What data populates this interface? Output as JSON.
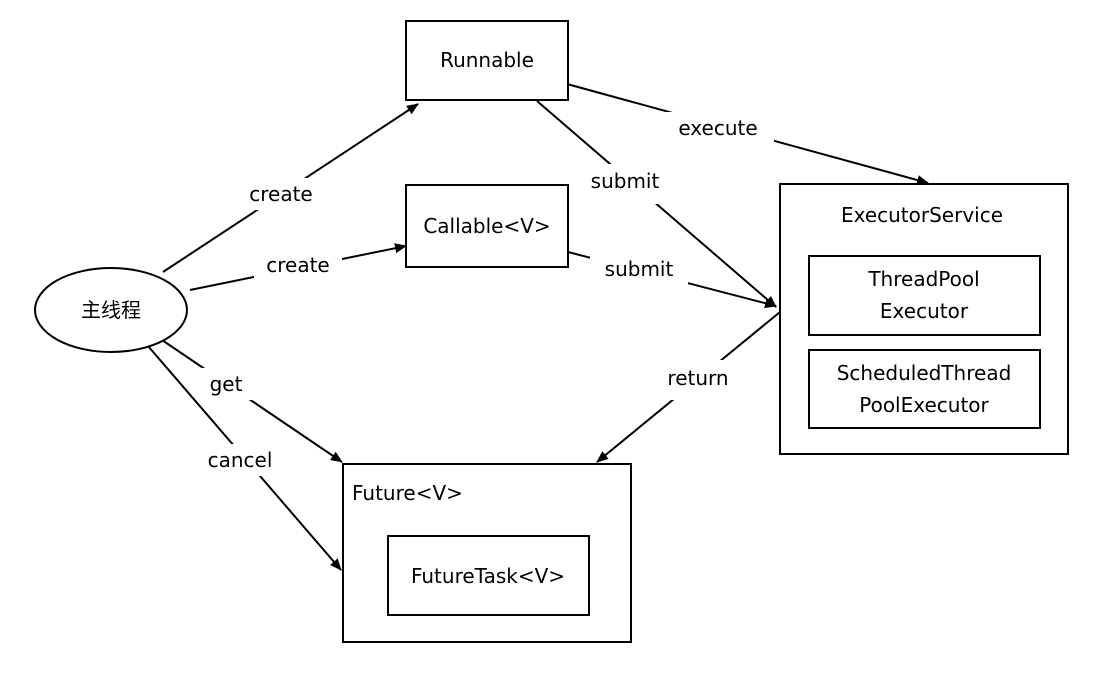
{
  "nodes": {
    "main_thread": "主线程",
    "runnable": "Runnable",
    "callable": "Callable<V>",
    "future": "Future<V>",
    "future_task": "FutureTask<V>",
    "executor_service": "ExecutorService",
    "thread_pool_executor": [
      "ThreadPool",
      "Executor"
    ],
    "scheduled_thread_pool_executor": [
      "ScheduledThread",
      "PoolExecutor"
    ]
  },
  "edges": {
    "create_runnable": "create",
    "create_callable": "create",
    "get": "get",
    "cancel": "cancel",
    "execute": "execute",
    "submit_runnable": "submit",
    "submit_callable": "submit",
    "return": "return"
  }
}
